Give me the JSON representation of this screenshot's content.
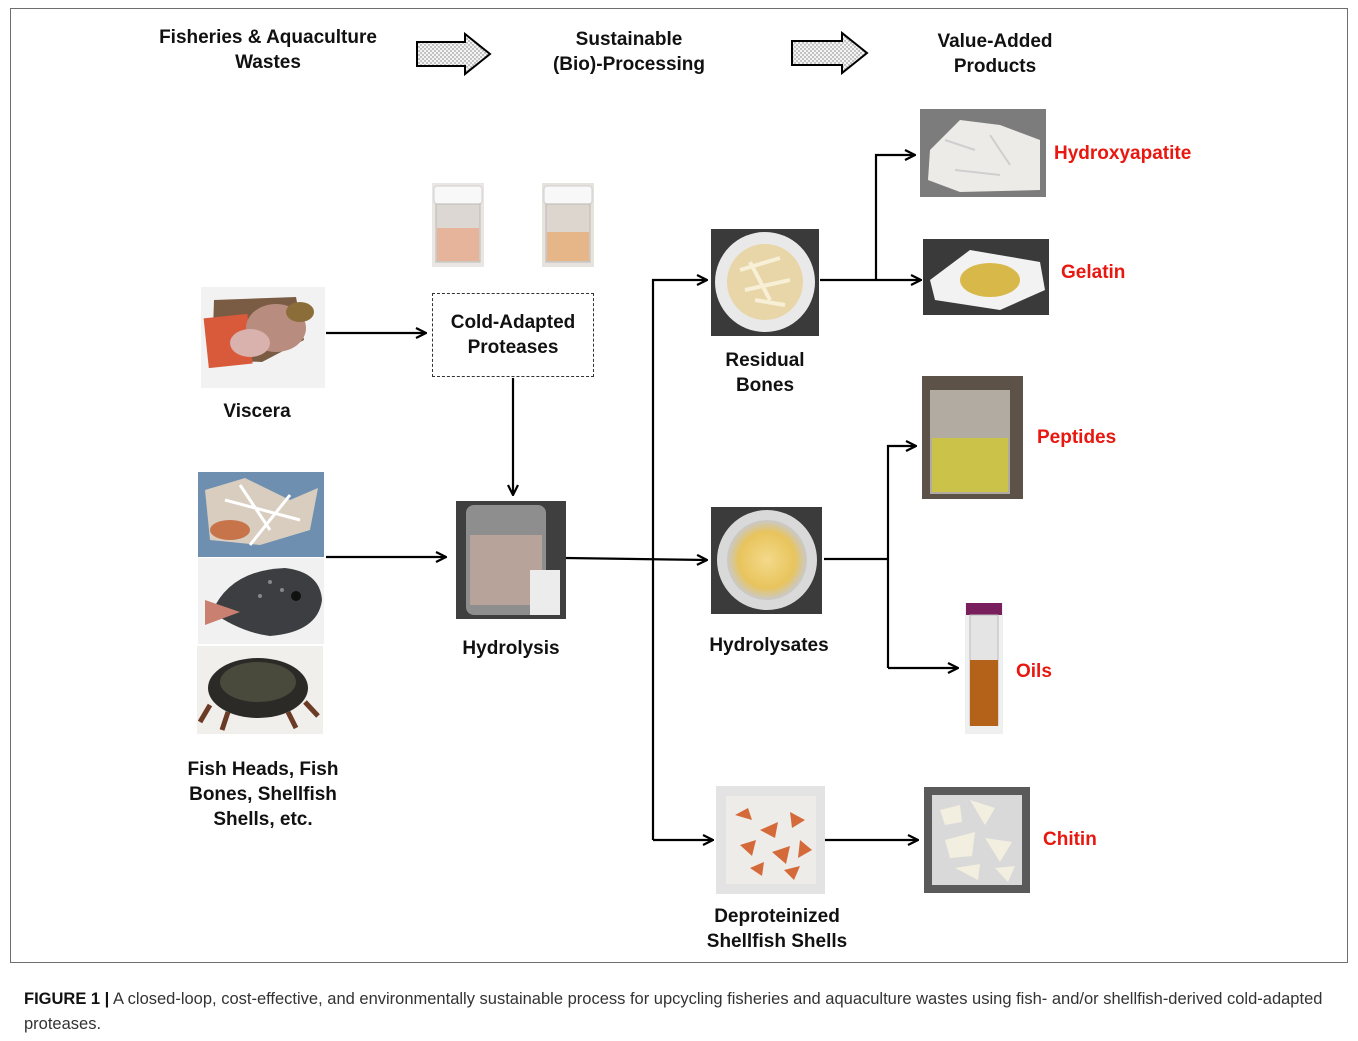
{
  "header": {
    "stage1": "Fisheries & Aquaculture\nWastes",
    "stage2": "Sustainable\n(Bio)-Processing",
    "stage3": "Value-Added\nProducts"
  },
  "inputs": {
    "viscera": "Viscera",
    "solids": "Fish Heads, Fish\nBones, Shellfish\nShells, etc."
  },
  "process": {
    "proteases": "Cold-Adapted\nProteases",
    "hydrolysis": "Hydrolysis"
  },
  "intermediates": {
    "bones": "Residual\nBones",
    "hydrolysates": "Hydrolysates",
    "shells": "Deproteinized\nShellfish Shells"
  },
  "products": {
    "hydroxyapatite": "Hydroxyapatite",
    "gelatin": "Gelatin",
    "peptides": "Peptides",
    "oils": "Oils",
    "chitin": "Chitin"
  },
  "caption": {
    "label": "FIGURE 1 |",
    "text": " A closed-loop, cost-effective, and environmentally sustainable process for upcycling fisheries and aquaculture wastes using fish- and/or shellfish-derived cold-adapted proteases."
  },
  "colors": {
    "product_text": "#e8170f",
    "arrow": "#000000"
  }
}
